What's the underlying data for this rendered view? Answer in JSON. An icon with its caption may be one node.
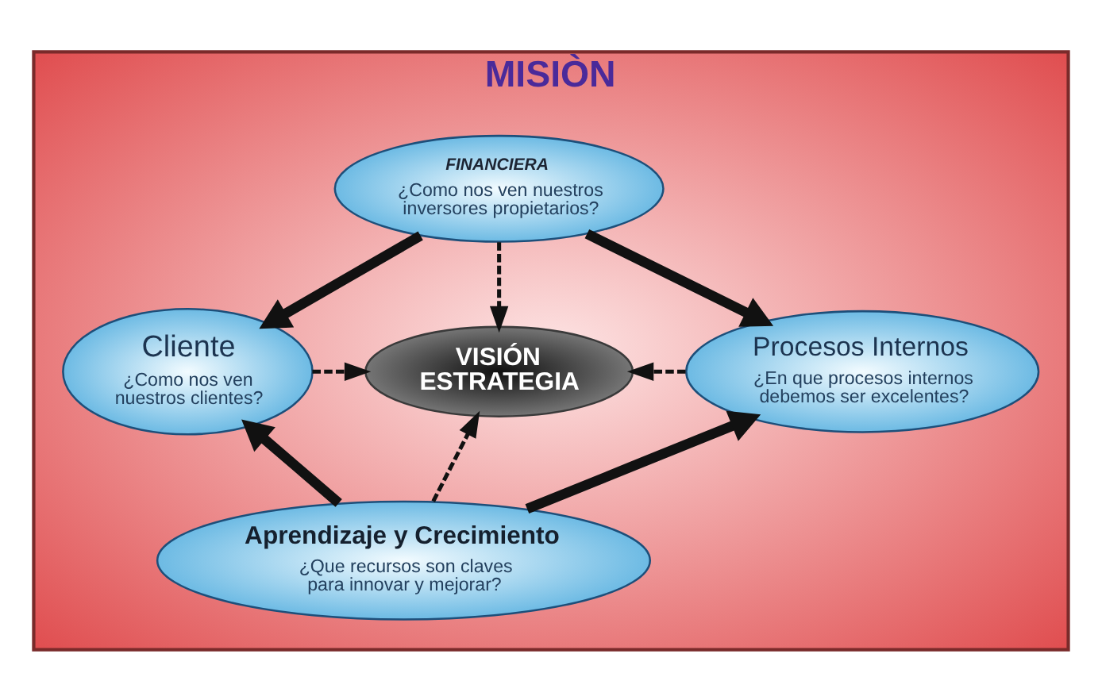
{
  "diagram": {
    "nodes": [
      {
        "text": [
          "MISIÒN"
        ]
      },
      {
        "text": [
          "FINANCIERA",
          "¿Como nos ven nuestros inversores propietarios?"
        ],
        "in": 0
      },
      {
        "text": [
          "Cliente",
          "¿Como nos ven nuestros clientes?"
        ],
        "in": 0
      },
      {
        "text": [
          "VISIÓN ESTRATEGIA"
        ],
        "in": 0
      },
      {
        "text": [
          "Procesos Internos",
          "¿En que procesos internos debemos ser excelentes?"
        ],
        "in": 0
      },
      {
        "text": [
          "Aprendizaje y Crecimiento",
          "¿Que recursos son claves para innovar y mejorar?"
        ],
        "in": 0
      }
    ],
    "edges": [
      {
        "from": 1,
        "to": 2,
        "arrow": "to",
        "style": "thick"
      },
      {
        "from": 1,
        "to": 4,
        "arrow": "to",
        "style": "thick"
      },
      {
        "from": 1,
        "to": 3,
        "arrow": "to",
        "style": "dashed"
      },
      {
        "from": 2,
        "to": 3,
        "arrow": "to",
        "style": "dashed"
      },
      {
        "from": 4,
        "to": 3,
        "arrow": "to",
        "style": "dashed"
      },
      {
        "from": 5,
        "to": 2,
        "arrow": "to",
        "style": "thick"
      },
      {
        "from": 5,
        "to": 4,
        "arrow": "to",
        "style": "thick"
      },
      {
        "from": 5,
        "to": 3,
        "arrow": "to",
        "style": "dashed"
      }
    ]
  }
}
